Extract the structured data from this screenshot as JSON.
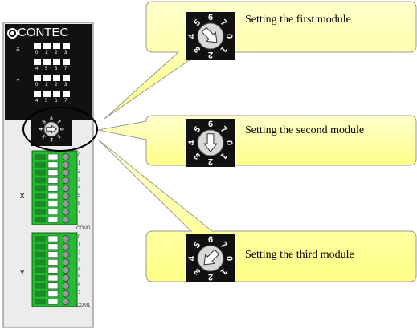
{
  "device": {
    "brand": "CONTEC",
    "row_x_label": "X",
    "row_y_label": "Y",
    "led_top_nums": [
      "0",
      "1",
      "2",
      "3"
    ],
    "led_bottom_nums": [
      "4",
      "5",
      "6",
      "7"
    ],
    "terminal_numbers": [
      "0",
      "1",
      "2",
      "3",
      "4",
      "5",
      "6",
      "7"
    ],
    "terminal_x_common": "COM0",
    "terminal_y_common": "COM1",
    "side_x_label": "X",
    "side_y_label": "Y",
    "terminal_color": "#22bb33",
    "panel_color": "#111111"
  },
  "dial_digits": [
    "0",
    "1",
    "2",
    "3",
    "4",
    "5",
    "6",
    "7"
  ],
  "callouts": [
    {
      "text": "Setting the first module",
      "dial_setting": "1"
    },
    {
      "text": "Setting the second module",
      "dial_setting": "2"
    },
    {
      "text": "Setting the third module",
      "dial_setting": "3"
    }
  ],
  "colors": {
    "callout_fill": "#ffff99",
    "callout_stroke": "#999999"
  }
}
